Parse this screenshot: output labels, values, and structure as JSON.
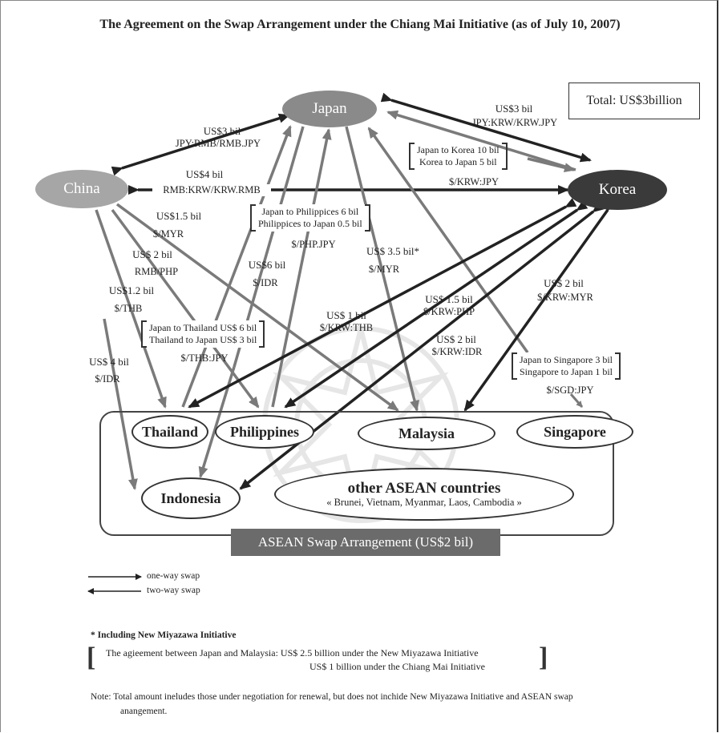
{
  "title": "The Agreement on the Swap Arrangement under the Chiang Mai Initiative (as of July 10, 2007)",
  "total": "Total: US$3billion",
  "nodes": {
    "japan": "Japan",
    "china": "China",
    "korea": "Korea"
  },
  "countries": {
    "thailand": "Thailand",
    "philippines": "Philippines",
    "malaysia": "Malaysia",
    "singapore": "Singapore",
    "indonesia": "Indonesia",
    "other_main": "other ASEAN countries",
    "other_sub": "« Brunei, Vietnam, Myanmar, Laos, Cambodia »"
  },
  "asean_label": "ASEAN Swap Arrangement (US$2 bil)",
  "labels": {
    "jk_amount": "US$3 bil",
    "jk_currency": "JPY:KRW/KRW.JPY",
    "jc_amount": "US$3 bil",
    "jc_currency": "JPY:RMB/RMB.JPY",
    "ck_amount": "US$4 bil",
    "ck_currency": "RMB:KRW/KRW.RMB",
    "cm_amount": "US$1.5 bil",
    "cm_currency": "$/MYR",
    "cp_amount": "US$ 2 bil",
    "cp_currency": "RMB/PHP",
    "ct_amount": "US$1.2 bil",
    "ct_currency": "$/THB",
    "ci_amount": "US$ 4 bil",
    "ci_currency": "$/IDR",
    "ji_amount": "US$6 bil",
    "ji_currency": "$/IDR",
    "jm_amount": "US$ 3.5 bil*",
    "jm_currency": "$/MYR",
    "kt_amount": "US$ 1 bil",
    "kt_currency": "$/KRW:THB",
    "kp_amount": "US$ 1.5 bil",
    "kp_currency": "$/KRW:PHP",
    "kid_amount": "US$ 2 bil",
    "kid_currency": "$/KRW:IDR",
    "km_amount": "US$ 2 bil",
    "km_currency": "$/KRW:MYR"
  },
  "boxes": {
    "jk_line1": "Japan to Korea 10 bil",
    "jk_line2": "Korea to Japan 5 bil",
    "jk_currency": "$/KRW:JPY",
    "jp_line1": "Japan to Philippices 6 bil",
    "jp_line2": "Philippices to Japan 0.5 bil",
    "jp_currency": "$/PHP.JPY",
    "jt_line1": "Japan to Thailand US$ 6 bil",
    "jt_line2": "Thailand to Japan US$ 3 bil",
    "jt_currency": "$/THB:JPY",
    "js_line1": "Japan to Singapore 3 bil",
    "js_line2": "Singapore to Japan 1 bil",
    "js_currency": "$/SGD:JPY"
  },
  "legend": {
    "one_way": "one-way swap",
    "two_way": "two-way swap"
  },
  "notes": {
    "heading": "* Including New Miyazawa Initiative",
    "agreement_line1": "The agieement between Japan and Malaysia: US$ 2.5 billion under the New Miyazawa Initiative",
    "agreement_line2": "US$ 1 billion under the Chiang Mai Initiative",
    "note_line1": "Note: Total amount ineludes those under negotiation for renewal, but does not inchide New Miyazawa Initiative and ASEAN swap",
    "note_line2": "anangement."
  },
  "colors": {
    "arrow_dark": "#222222",
    "arrow_gray": "#7a7a7a",
    "japan_fill": "#8a8a8a",
    "china_fill": "#a6a6a6",
    "korea_fill": "#3a3a3a",
    "asean_label_fill": "#6b6b6b"
  }
}
